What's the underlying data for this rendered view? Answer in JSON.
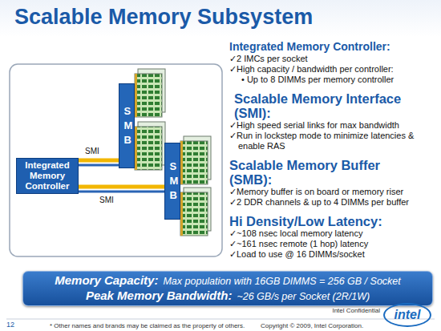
{
  "diagram": {
    "title": "Scalable Memory Subsystem",
    "nodes": [
      {
        "text": [
          "Integrated Memory Controller"
        ]
      },
      {
        "text": [
          "S M B"
        ]
      },
      {
        "text": [
          "S M B"
        ]
      },
      {
        "text": [
          "Memory Capacity:",
          "Max population with 16GB DIMMS = 256 GB / Socket",
          "Peak Memory Bandwidth:",
          "~26 GB/s per Socket (2R/1W)"
        ]
      },
      {
        "text": [
          "intel"
        ]
      }
    ],
    "edges": [
      {
        "from": 0,
        "to": 1,
        "arrow": "none",
        "label": "SMI"
      },
      {
        "from": 0,
        "to": 2,
        "arrow": "none",
        "label": "SMI"
      }
    ],
    "labels": [
      "Integrated Memory Controller:",
      "✓2 IMCs per socket",
      "✓High capacity / bandwidth per controller:",
      "• Up to 8 DIMMs per memory controller",
      "Scalable Memory Interface (SMI):",
      "✓High speed serial links for max bandwidth",
      "✓Run in lockstep mode to minimize latencies & enable RAS",
      "Scalable Memory Buffer (SMB):",
      "✓Memory buffer is on board or memory riser",
      "✓2 DDR channels & up to 4 DIMMs per buffer",
      "Hi Density/Low Latency:",
      "✓~108 nsec local memory latency",
      "✓~161 nsec remote (1 hop) latency",
      "✓Load to use @ 16 DIMMs/socket",
      "Intel Confidential",
      "12",
      "* Other names and brands may be claimed as the property of others.",
      "Copyright © 2009, Intel Corporation."
    ]
  }
}
